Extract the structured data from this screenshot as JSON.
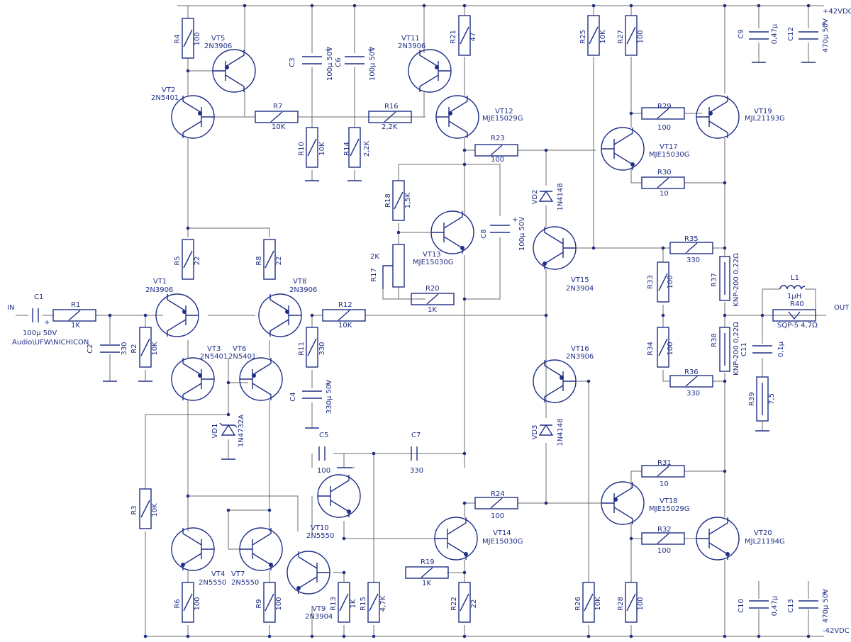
{
  "rails": {
    "positive": "+42VDC",
    "negative": "-42VDC"
  },
  "io": {
    "input": "IN",
    "output": "OUT"
  },
  "components": [
    {
      "ref": "R1",
      "value": "1K"
    },
    {
      "ref": "R2",
      "value": "10K"
    },
    {
      "ref": "R3",
      "value": "10K"
    },
    {
      "ref": "R4",
      "value": "100"
    },
    {
      "ref": "R5",
      "value": "22"
    },
    {
      "ref": "R6",
      "value": "100"
    },
    {
      "ref": "R7",
      "value": "10K"
    },
    {
      "ref": "R8",
      "value": "22"
    },
    {
      "ref": "R9",
      "value": "100"
    },
    {
      "ref": "R10",
      "value": "10K"
    },
    {
      "ref": "R11",
      "value": "330"
    },
    {
      "ref": "R12",
      "value": "10K"
    },
    {
      "ref": "R13",
      "value": "1K"
    },
    {
      "ref": "R14",
      "value": "2,2K"
    },
    {
      "ref": "R15",
      "value": "4,7K"
    },
    {
      "ref": "R16",
      "value": "2,2K"
    },
    {
      "ref": "R17",
      "value": "2K"
    },
    {
      "ref": "R18",
      "value": "1,5K"
    },
    {
      "ref": "R19",
      "value": "1K"
    },
    {
      "ref": "R20",
      "value": "1K"
    },
    {
      "ref": "R21",
      "value": "47"
    },
    {
      "ref": "R22",
      "value": "22"
    },
    {
      "ref": "R23",
      "value": "100"
    },
    {
      "ref": "R24",
      "value": "100"
    },
    {
      "ref": "R25",
      "value": "10K"
    },
    {
      "ref": "R26",
      "value": "10K"
    },
    {
      "ref": "R27",
      "value": "100"
    },
    {
      "ref": "R28",
      "value": "100"
    },
    {
      "ref": "R29",
      "value": "100"
    },
    {
      "ref": "R30",
      "value": "10"
    },
    {
      "ref": "R31",
      "value": "10"
    },
    {
      "ref": "R32",
      "value": "100"
    },
    {
      "ref": "R33",
      "value": "100"
    },
    {
      "ref": "R34",
      "value": "100"
    },
    {
      "ref": "R35",
      "value": "330"
    },
    {
      "ref": "R36",
      "value": "330"
    },
    {
      "ref": "R37",
      "value": "KNP-200 0,22Ω"
    },
    {
      "ref": "R38",
      "value": "KNP-200 0,22Ω"
    },
    {
      "ref": "R39",
      "value": "7,5"
    },
    {
      "ref": "R40",
      "value": "SQP-5 4,7Ω"
    },
    {
      "ref": "C1",
      "value": "100µ 50V",
      "note": "Audio\\UFW\\NICHICON"
    },
    {
      "ref": "C2",
      "value": "330"
    },
    {
      "ref": "C3",
      "value": "100µ 50V"
    },
    {
      "ref": "C4",
      "value": "330µ 50V"
    },
    {
      "ref": "C5",
      "value": "100"
    },
    {
      "ref": "C6",
      "value": "100µ 50V"
    },
    {
      "ref": "C7",
      "value": "330"
    },
    {
      "ref": "C8",
      "value": "100µ 50V"
    },
    {
      "ref": "C9",
      "value": "0,47µ"
    },
    {
      "ref": "C10",
      "value": "0,47µ"
    },
    {
      "ref": "C11",
      "value": "0,1µ"
    },
    {
      "ref": "C12",
      "value": "470µ 50V"
    },
    {
      "ref": "C13",
      "value": "470µ 50V"
    },
    {
      "ref": "L1",
      "value": "1µH"
    },
    {
      "ref": "VD1",
      "value": "1N4732A"
    },
    {
      "ref": "VD2",
      "value": "1N4148"
    },
    {
      "ref": "VD3",
      "value": "1N4148"
    },
    {
      "ref": "VT1",
      "value": "2N3906"
    },
    {
      "ref": "VT2",
      "value": "2N5401"
    },
    {
      "ref": "VT3",
      "value": "2N5401"
    },
    {
      "ref": "VT4",
      "value": "2N5550"
    },
    {
      "ref": "VT5",
      "value": "2N3906"
    },
    {
      "ref": "VT6",
      "value": "2N5401"
    },
    {
      "ref": "VT7",
      "value": "2N5550"
    },
    {
      "ref": "VT8",
      "value": "2N3906"
    },
    {
      "ref": "VT9",
      "value": "2N3904"
    },
    {
      "ref": "VT10",
      "value": "2N5550"
    },
    {
      "ref": "VT11",
      "value": "2N3906"
    },
    {
      "ref": "VT12",
      "value": "MJE15029G"
    },
    {
      "ref": "VT13",
      "value": "MJE15030G"
    },
    {
      "ref": "VT14",
      "value": "MJE15030G"
    },
    {
      "ref": "VT15",
      "value": "2N3904"
    },
    {
      "ref": "VT16",
      "value": "2N3906"
    },
    {
      "ref": "VT17",
      "value": "MJE15030G"
    },
    {
      "ref": "VT18",
      "value": "MJE15029G"
    },
    {
      "ref": "VT19",
      "value": "MJL21193G"
    },
    {
      "ref": "VT20",
      "value": "MJL21194G"
    }
  ]
}
